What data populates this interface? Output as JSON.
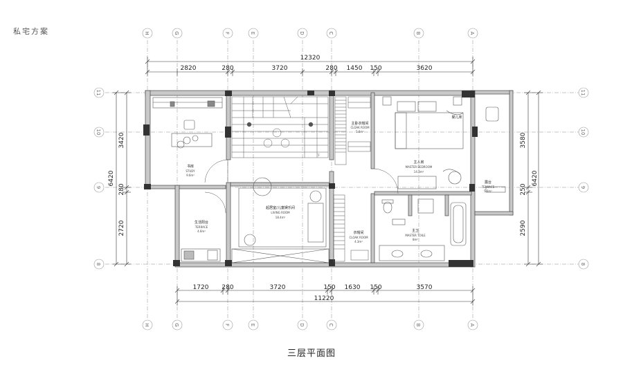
{
  "brand": "私宅方案",
  "caption": "三层平面图",
  "dimensions": {
    "top_total": "12320",
    "top": [
      "2820",
      "280",
      "3720",
      "280",
      "1450",
      "150",
      "3620"
    ],
    "bottom": [
      "1720",
      "280",
      "3720",
      "150",
      "1630",
      "150",
      "3570"
    ],
    "bottom_total": "11220",
    "left_total": "6420",
    "left": [
      "3420",
      "280",
      "2720"
    ],
    "right_total": "6420",
    "right": [
      "3580",
      "250",
      "2590"
    ]
  },
  "axes": {
    "vertical": [
      "H",
      "G",
      "F",
      "E",
      "D",
      "C",
      "B",
      "A"
    ],
    "horizontal": [
      "11",
      "10",
      "9",
      "8"
    ]
  },
  "rooms": [
    {
      "name": "书房",
      "en": "STUDY",
      "area": "9.6m²"
    },
    {
      "name": "主卧衣帽间",
      "en": "CLOAK ROOM",
      "area": "5.6m²"
    },
    {
      "name": "婴儿床",
      "en": "",
      "area": ""
    },
    {
      "name": "主人房",
      "en": "MASTER BEDROOM",
      "area": "14.3m²"
    },
    {
      "name": "露台",
      "en": "TERRACE",
      "area": "5.6m²"
    },
    {
      "name": "起居室/儿童娱乐间",
      "en": "LIVING ROOM",
      "area": "18.4m²"
    },
    {
      "name": "生活阳台",
      "en": "TERRACE",
      "area": "4.6m²"
    },
    {
      "name": "衣帽间",
      "en": "CLOAK ROOM",
      "area": "4.3m²"
    },
    {
      "name": "主卫",
      "en": "MASTER TOILE",
      "area": "8m²"
    },
    {
      "name": "下",
      "en": "",
      "area": ""
    }
  ]
}
